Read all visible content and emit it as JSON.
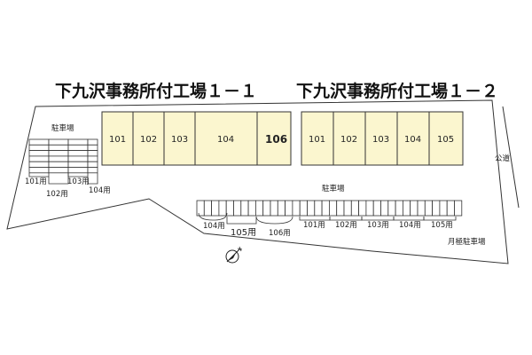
{
  "titles": {
    "building_1": "下九沢事務所付工場１－１",
    "building_2": "下九沢事務所付工場１－２"
  },
  "building_1_units": [
    "101",
    "102",
    "103",
    "104",
    "106"
  ],
  "building_2_units": [
    "101",
    "102",
    "103",
    "104",
    "105"
  ],
  "labels": {
    "parking_left": "駐車場",
    "parking_center": "駐車場",
    "public_road": "公道",
    "monthly_parking": "月極駐車場"
  },
  "left_parking_assignments": [
    "101用",
    "102用",
    "103用",
    "104用"
  ],
  "bottom_parking_assignments_b1": [
    "104用",
    "105用",
    "106用"
  ],
  "bottom_parking_assignments_b2": [
    "101用",
    "102用",
    "103用",
    "104用",
    "105用"
  ],
  "icons": {
    "north_arrow": "compass-north-arrow-icon"
  }
}
